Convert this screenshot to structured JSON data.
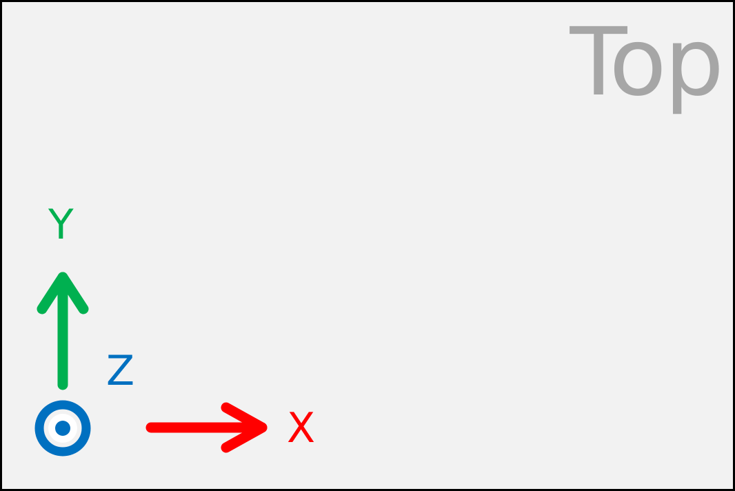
{
  "view": {
    "label": "Top"
  },
  "axes": {
    "x": {
      "label": "X",
      "color": "#ff0000",
      "icon": "arrow-right-icon"
    },
    "y": {
      "label": "Y",
      "color": "#00b050",
      "icon": "arrow-up-icon"
    },
    "z": {
      "label": "Z",
      "color": "#0070c0",
      "icon": "out-of-plane-dot-icon"
    }
  },
  "colors": {
    "background": "#f2f2f2",
    "border": "#000000",
    "view_label": "#a6a6a6"
  }
}
